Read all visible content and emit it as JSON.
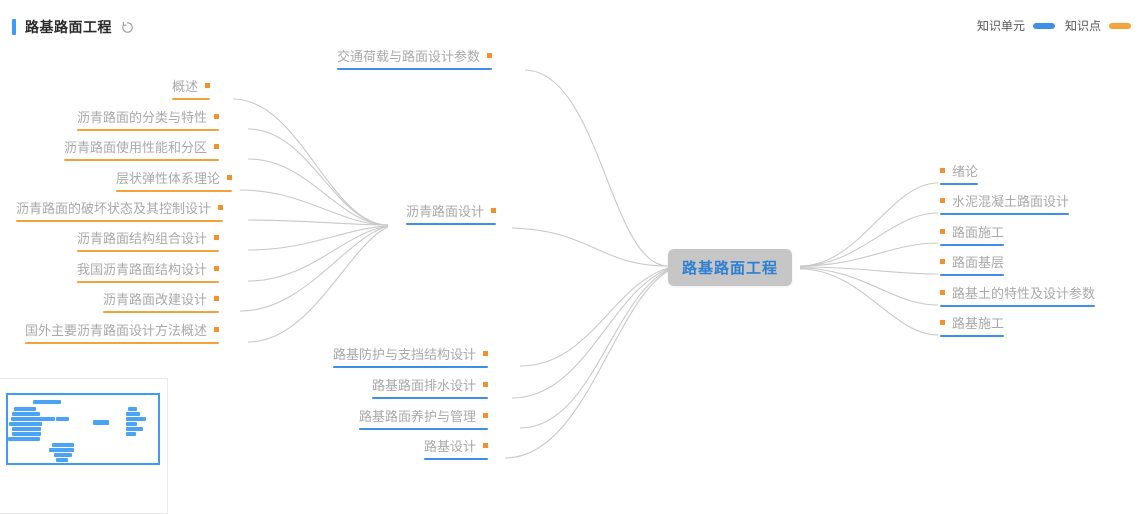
{
  "header": {
    "title": "路基路面工程",
    "spinner_icon": "loading-spinner-icon",
    "accent_color": "#3d9bfb"
  },
  "legend": {
    "items": [
      {
        "label": "知识单元",
        "color": "#3d8fe8",
        "swatch_icon": "legend-swatch-blue"
      },
      {
        "label": "知识点",
        "color": "#f5a13c",
        "swatch_icon": "legend-swatch-orange"
      }
    ]
  },
  "mindmap": {
    "root": {
      "label": "路基路面工程",
      "bg_color": "#c6c6c6",
      "text_color": "#2e7fd4"
    },
    "branch_top": [
      {
        "label": "交通荷载与路面设计参数",
        "underline": "blue",
        "marker": "orange"
      }
    ],
    "branch_asphalt": {
      "label": "沥青路面设计",
      "underline": "blue",
      "marker": "orange",
      "children": [
        {
          "label": "概述",
          "underline": "orange",
          "marker": "orange"
        },
        {
          "label": "沥青路面的分类与特性",
          "underline": "orange",
          "marker": "orange"
        },
        {
          "label": "沥青路面使用性能和分区",
          "underline": "orange",
          "marker": "orange"
        },
        {
          "label": "层状弹性体系理论",
          "underline": "orange",
          "marker": "orange"
        },
        {
          "label": "沥青路面的破坏状态及其控制设计",
          "underline": "orange",
          "marker": "orange"
        },
        {
          "label": "沥青路面结构组合设计",
          "underline": "orange",
          "marker": "orange"
        },
        {
          "label": "我国沥青路面结构设计",
          "underline": "orange",
          "marker": "orange"
        },
        {
          "label": "沥青路面改建设计",
          "underline": "orange",
          "marker": "orange"
        },
        {
          "label": "国外主要沥青路面设计方法概述",
          "underline": "orange",
          "marker": "orange"
        }
      ]
    },
    "branch_bottom": [
      {
        "label": "路基防护与支挡结构设计",
        "underline": "blue",
        "marker": "orange"
      },
      {
        "label": "路基路面排水设计",
        "underline": "blue",
        "marker": "orange"
      },
      {
        "label": "路基路面养护与管理",
        "underline": "blue",
        "marker": "orange"
      },
      {
        "label": "路基设计",
        "underline": "blue",
        "marker": "orange"
      }
    ],
    "branch_right": [
      {
        "label": "绪论",
        "underline": "blue",
        "marker": "orange"
      },
      {
        "label": "水泥混凝土路面设计",
        "underline": "blue",
        "marker": "orange"
      },
      {
        "label": "路面施工",
        "underline": "blue",
        "marker": "orange"
      },
      {
        "label": "路面基层",
        "underline": "blue",
        "marker": "orange"
      },
      {
        "label": "路基土的特性及设计参数",
        "underline": "blue",
        "marker": "orange"
      },
      {
        "label": "路基施工",
        "underline": "blue",
        "marker": "orange"
      }
    ],
    "edge_color": "#c9c9c9"
  },
  "minimap": {
    "name": "minimap-overview",
    "viewport_border_color": "#3d9bfb",
    "bar_color": "#4aa3f5"
  }
}
